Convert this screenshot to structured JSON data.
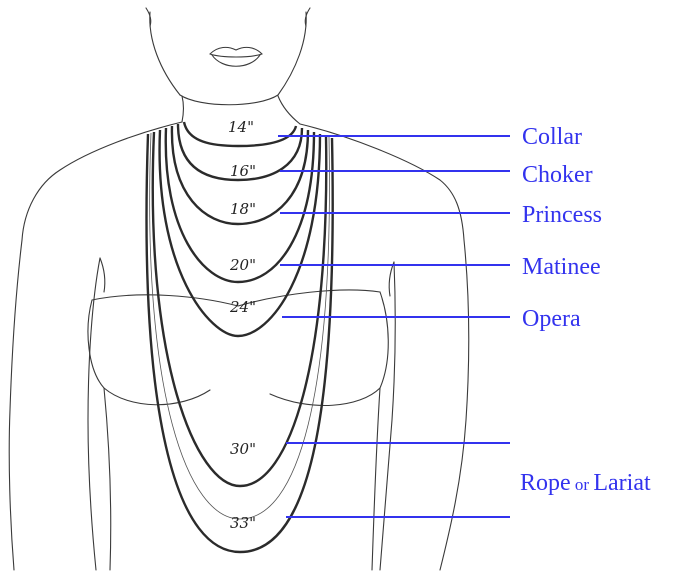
{
  "colors": {
    "pointer": "#3333ee",
    "label": "#3333ee",
    "sketch": "#3a3a3a"
  },
  "necklaces": [
    {
      "length": "14\"",
      "style": "Collar"
    },
    {
      "length": "16\"",
      "style": "Choker"
    },
    {
      "length": "18\"",
      "style": "Princess"
    },
    {
      "length": "20\"",
      "style": "Matinee"
    },
    {
      "length": "24\"",
      "style": "Opera"
    },
    {
      "length": "30\"",
      "style": ""
    },
    {
      "length": "33\"",
      "style": ""
    }
  ],
  "rope_label": {
    "part1": "Rope",
    "part2": " or ",
    "part3": "Lariat"
  }
}
